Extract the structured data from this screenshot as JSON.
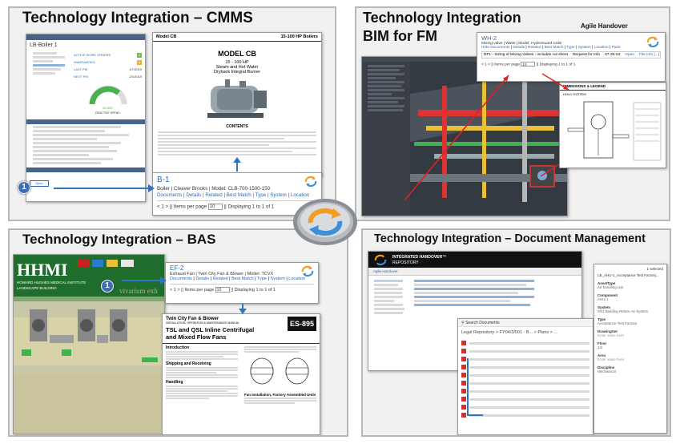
{
  "quadrants": {
    "cmms": {
      "title": "Technology Integration – CMMS",
      "work_order": {
        "heading": "LB-Boiler 1",
        "active_label": "ACTIVE WORK ORDERS",
        "active_value": "0",
        "warranties_label": "WARRANTIES",
        "warranties_value": "0",
        "last_pm_label": "LAST PM",
        "last_pm_value": "1/7/2019",
        "next_pm_label": "NEXT PM",
        "next_pm_value": "2/1/2019",
        "gauge_value": "60,000",
        "gauge_label": "REACTIVE SPEND",
        "button": "Open"
      },
      "spec_doc": {
        "model_left": "Model CB",
        "model_right": "15-100 HP Boilers",
        "title": "MODEL CB",
        "subtitle_1": "15 - 100 HP",
        "subtitle_2": "Steam and Hot Water",
        "subtitle_3": "Dryback Integral Burner",
        "contents": "CONTENTS"
      },
      "b1": {
        "title": "B-1",
        "line": "Boiler | Cleaver Brooks | Model: CLB-700-1500-150",
        "links": [
          "Documents",
          "Details",
          "Related",
          "Best Match",
          "Type",
          "System",
          "Location"
        ],
        "pager_pre": "< 1 > || Items per page",
        "pager_value": "10",
        "pager_post": "|| Displaying 1 to 1 of 1"
      },
      "badge": "1"
    },
    "bim": {
      "title_1": "Technology Integration",
      "title_2": "BIM for FM",
      "agile_label": "Agile Handover",
      "wh2": {
        "title": "WH-2",
        "line": "Mixing valve | Watts | Model: HydroGuard 1430",
        "links": [
          "Hide Documents",
          "Details",
          "Related",
          "Best Match",
          "Type",
          "System",
          "Location",
          "Paint"
        ],
        "row_text": "RF1 - Sizing of Mixing Valves - includes cut sheet",
        "row_req": "Request for Info",
        "row_date": "07-30-04",
        "row_open": "Open",
        "row_info": "File Info [...]",
        "pager_pre": "< 1 > || Items per page",
        "pager_value": "10",
        "pager_post": "|| Displaying 1 to 1 of 1"
      },
      "drawing_title": "DIMENSIONS & LEGEND",
      "drawing_sub": "HOLD SYSTEM"
    },
    "bas": {
      "title": "Technology Integration – BAS",
      "hhmi": "HHMI",
      "hhmi_sub": "HOWARD HUGHES MEDICAL INSTITUTE",
      "hhmi_sub2": "LANDSCAPE BUILDING",
      "vivarium": "vivarium exh",
      "ef2": {
        "title": "EF-2",
        "line": "Exhaust Fan | Twin City Fan & Blower | Model: TCVX",
        "links": [
          "Documents",
          "Details",
          "Related",
          "Best Match",
          "Type",
          "System",
          "Location"
        ],
        "pager_pre": "< 1 > || Items per page",
        "pager_value": "10",
        "pager_post": "|| Displaying 1 to 1 of 1"
      },
      "manual": {
        "brand": "Twin City Fan & Blower",
        "brand_sub": "INSTALLATION, OPERATION & MAINTENANCE MANUAL",
        "title_1": "TSL and QSL Inline Centrifugal",
        "title_2": "and Mixed Flow Fans",
        "code": "ES-895",
        "intro": "Introduction",
        "shipping": "Shipping and Receiving",
        "handling": "Handling",
        "install": "Fan Installation, Factory Assembled Units"
      },
      "badge": "1"
    },
    "docmgmt": {
      "title": "Technology Integration – Document Management",
      "repo_title": "INTEGRATED HANDOVER™",
      "repo_sub": "REPOSITORY",
      "agile_mini": "Agile Handover",
      "search_docs": "Search Documents",
      "breadcrumb": "Legal Repository > FY04/3/001 - B... > Plans > ...",
      "props": {
        "selected": "1 selected",
        "file": "LB_AHU-1_Acceptance Test Factory...",
        "asset_type_label": "AssetType",
        "asset_type_value": "Air handling unit",
        "component_label": "Component",
        "component_value": "AHU-1",
        "system_label": "System",
        "system_value": "SS1 Building Return Air System",
        "type_label": "Type",
        "type_value": "Acceptance Test Factory",
        "drawing_label": "DrawingSet",
        "drawing_value": "Enter value here",
        "floor_label": "Floor",
        "floor_value": "1st",
        "area_label": "Area",
        "area_value": "Enter value here",
        "discipline_label": "Discipline",
        "discipline_value": "Mechanical"
      }
    }
  },
  "colors": {
    "panel_bg": "#f1f1f1",
    "link": "#2a6db7",
    "accent_orange": "#f39c21",
    "accent_blue": "#3d8fd6",
    "hhmi_green": "#1f6e2d"
  }
}
